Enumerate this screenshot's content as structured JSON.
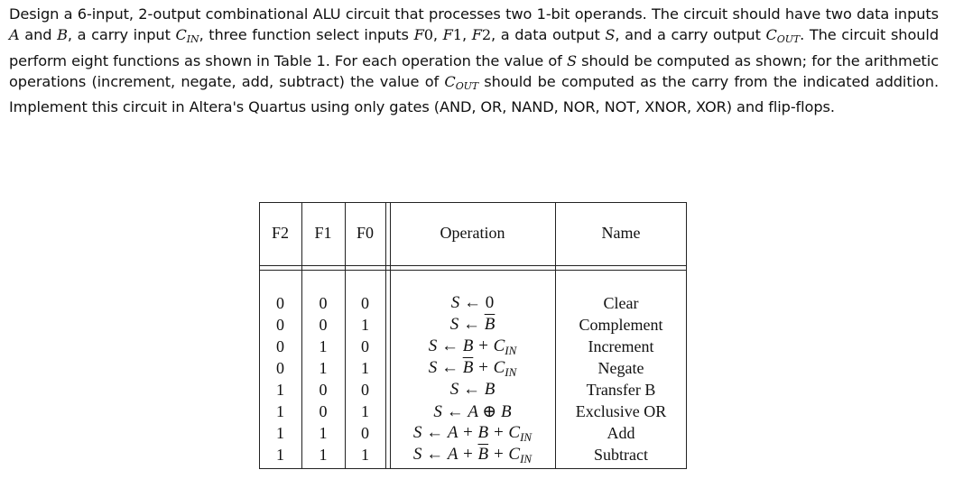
{
  "problem": {
    "p1": "Design a 6-input, 2-output combinational ALU circuit that processes two 1-bit operands. The circuit should have two data inputs ",
    "var_a": "A",
    "p2": " and ",
    "var_b": "B",
    "p3": ", a carry input ",
    "cin_c": "C",
    "cin_sub": "IN",
    "p4": ", three function select inputs ",
    "f0": "F",
    "f0n": "0",
    "p5": ", ",
    "f1": "F",
    "f1n": "1",
    "p6": ", ",
    "f2": "F",
    "f2n": "2",
    "p7": ", a data output ",
    "var_s": "S",
    "p8": ", and a carry output ",
    "cout_c": "C",
    "cout_sub": "OUT",
    "p9": ". The circuit should perform eight functions as shown in Table 1. For each operation the value of ",
    "var_s2": "S",
    "p10": " should be computed as shown; for the arithmetic operations (increment, negate, add, subtract) the value of ",
    "cout2_c": "C",
    "cout2_sub": "OUT",
    "p11": " should be computed as the carry from the indicated addition. Implement this circuit in Altera's Quartus using only gates (AND, OR, NAND, NOR, NOT, XNOR, XOR) and flip-flops."
  },
  "table": {
    "headers": [
      "F2",
      "F1",
      "F0",
      "Operation",
      "Name"
    ],
    "rows": [
      {
        "f2": "0",
        "f1": "0",
        "f0": "0",
        "op_s": "S",
        "op_arrow": "←",
        "op_rest": "0",
        "name": "Clear"
      },
      {
        "f2": "0",
        "f1": "0",
        "f0": "1",
        "op_s": "S",
        "op_arrow": "←",
        "op_rest": "B",
        "name": "Complement"
      },
      {
        "f2": "0",
        "f1": "1",
        "f0": "0",
        "op_s": "S",
        "op_arrow": "←",
        "op_rest": "B + C",
        "name": "Increment"
      },
      {
        "f2": "0",
        "f1": "1",
        "f0": "1",
        "op_s": "S",
        "op_arrow": "←",
        "op_rest": "B + C",
        "name": "Negate"
      },
      {
        "f2": "1",
        "f1": "0",
        "f0": "0",
        "op_s": "S",
        "op_arrow": "←",
        "op_rest": "B",
        "name": "Transfer B"
      },
      {
        "f2": "1",
        "f1": "0",
        "f0": "1",
        "op_s": "S",
        "op_arrow": "←",
        "op_rest": "A ⊕ B",
        "name": "Exclusive OR"
      },
      {
        "f2": "1",
        "f1": "1",
        "f0": "0",
        "op_s": "S",
        "op_arrow": "←",
        "op_rest": "A + B + C",
        "name": "Add"
      },
      {
        "f2": "1",
        "f1": "1",
        "f0": "1",
        "op_s": "S",
        "op_arrow": "←",
        "op_rest": "A + B + C",
        "name": "Subtract"
      }
    ],
    "op_sub": "IN"
  }
}
